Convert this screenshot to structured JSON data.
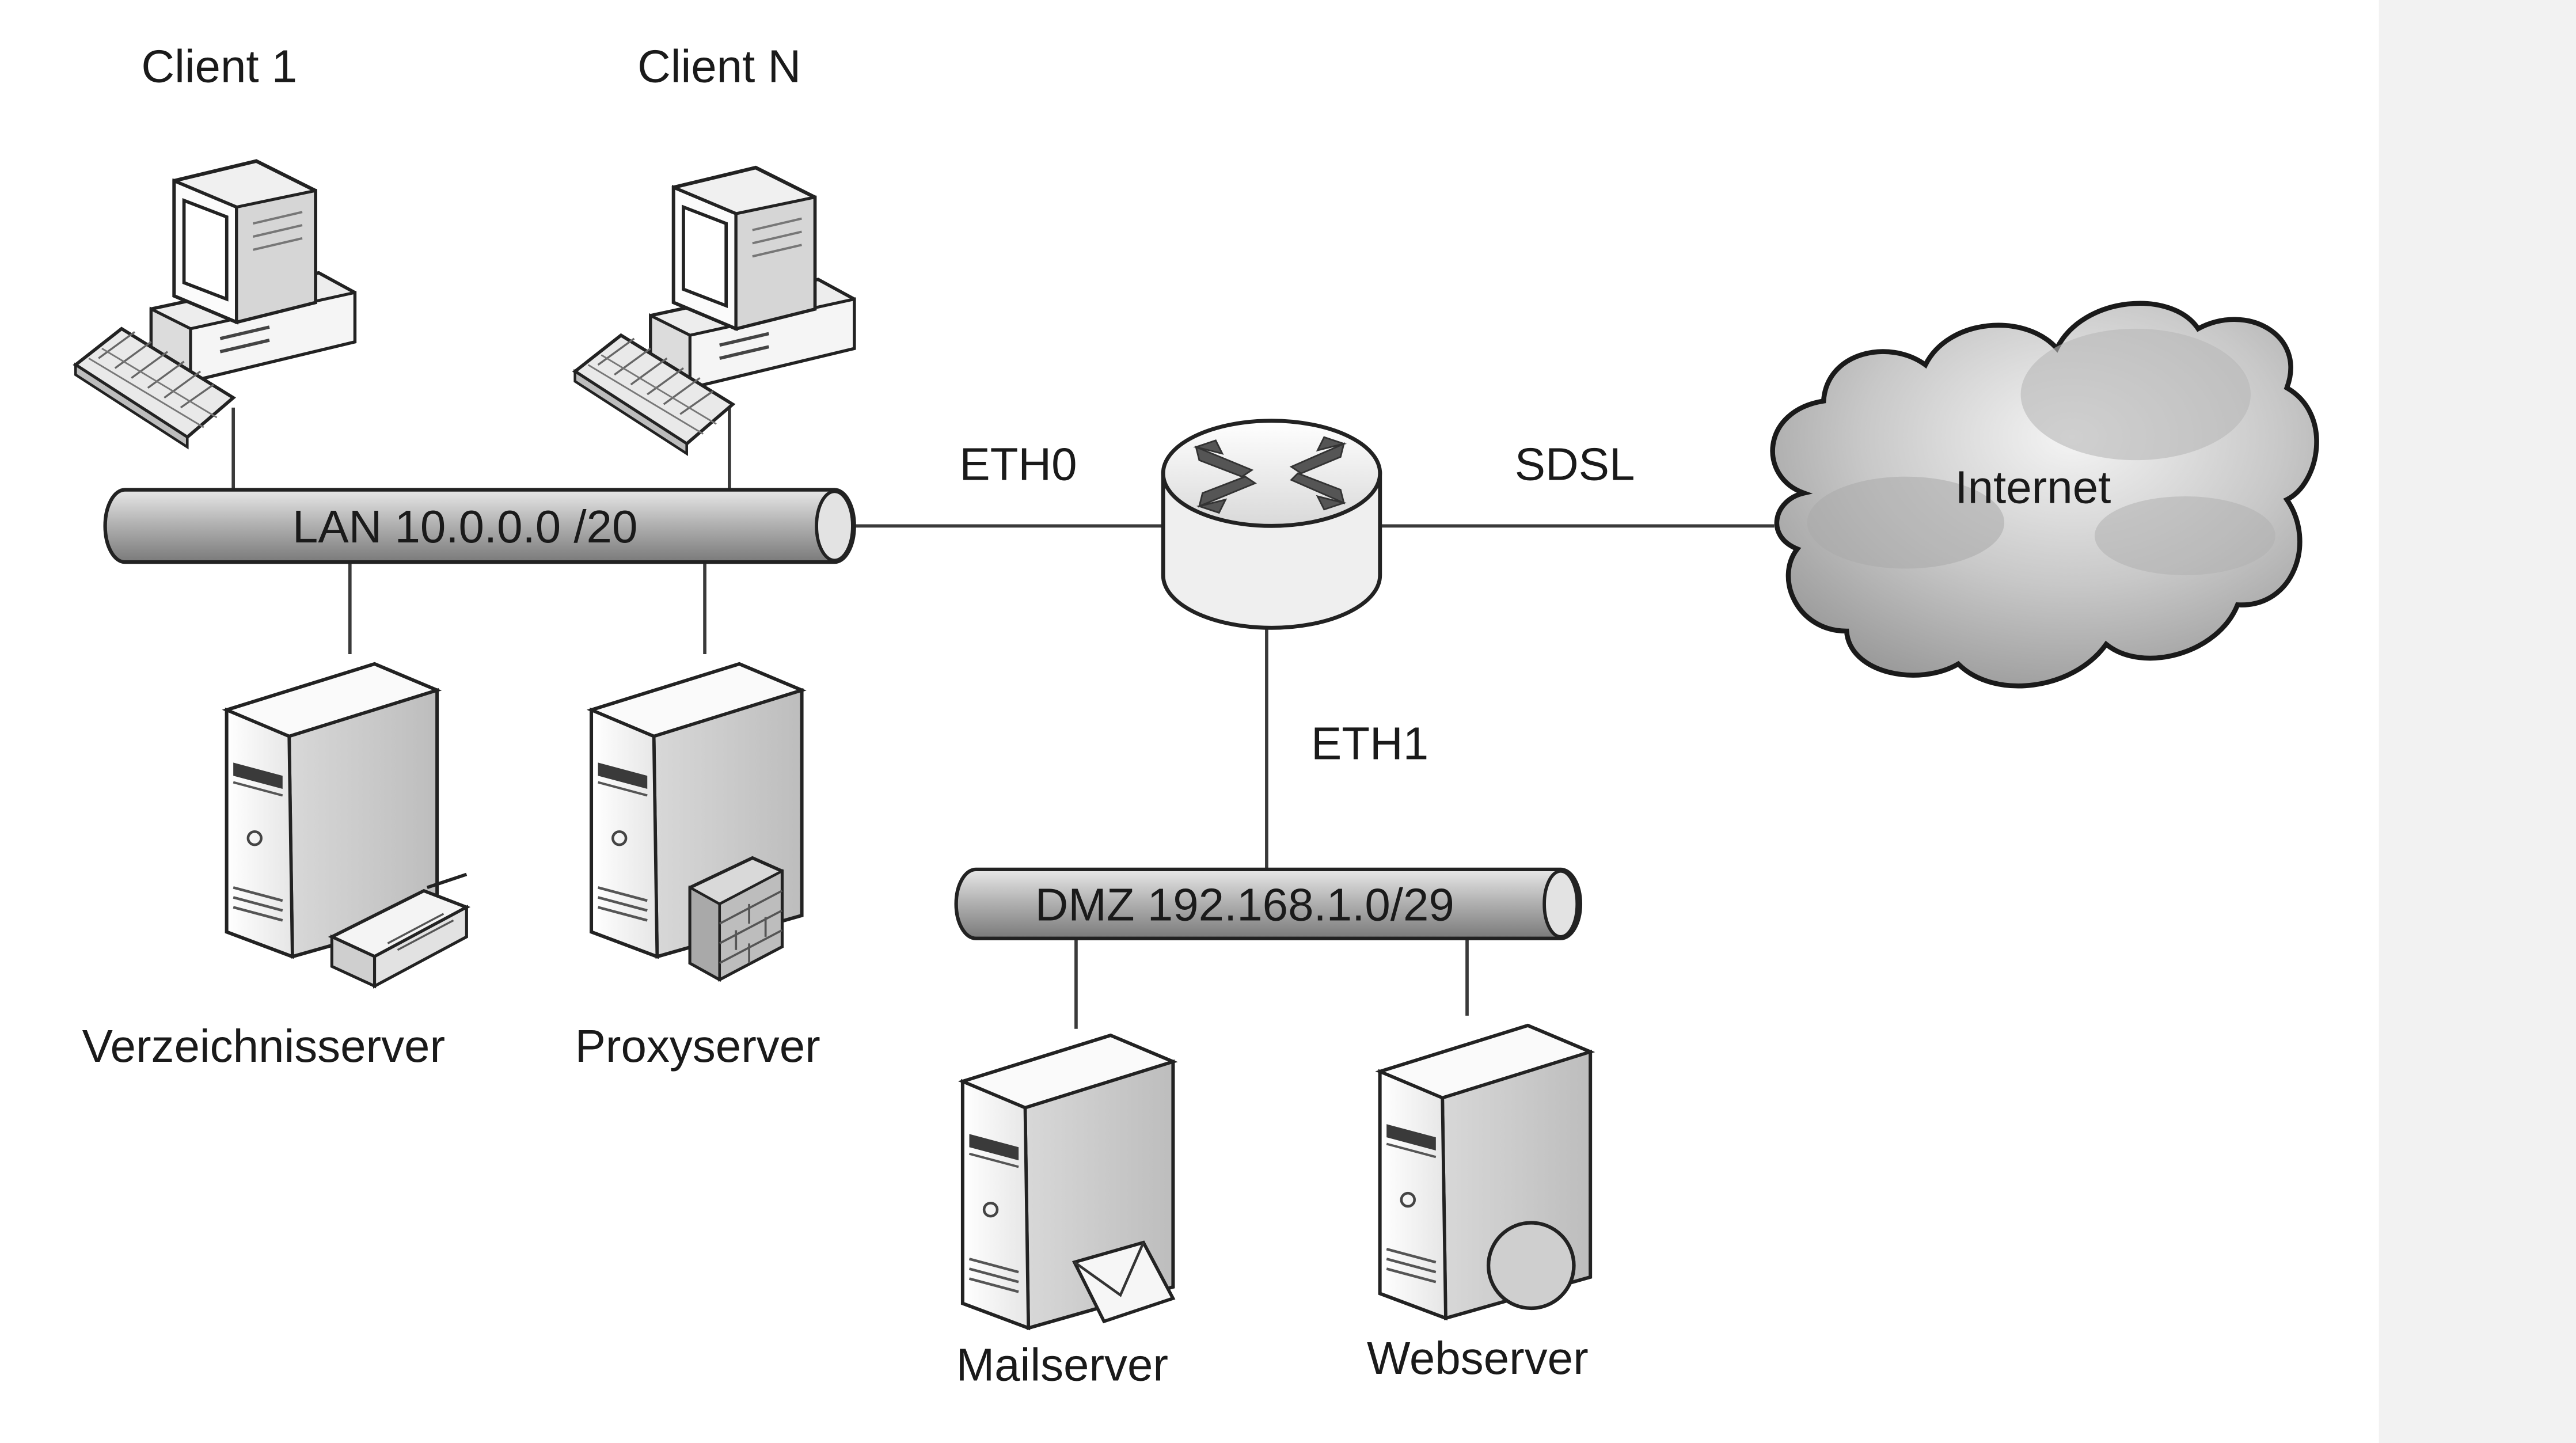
{
  "labels": {
    "client1": "Client 1",
    "clientN": "Client N",
    "lan": "LAN 10.0.0.0 /20",
    "eth0": "ETH0",
    "sdsl": "SDSL",
    "internet": "Internet",
    "eth1": "ETH1",
    "dmz": "DMZ 192.168.1.0/29",
    "verzeichnisserver": "Verzeichnisserver",
    "proxyserver": "Proxyserver",
    "mailserver": "Mailserver",
    "webserver": "Webserver"
  },
  "icons": {
    "client1": "desktop-computer-icon",
    "clientN": "desktop-computer-icon",
    "router": "router-icon",
    "internet": "cloud-icon",
    "verzeichnisserver": "directory-server-icon",
    "proxyserver": "proxy-server-firewall-icon",
    "mailserver": "mail-server-icon",
    "webserver": "web-server-icon"
  },
  "colors": {
    "background": "#ffffff",
    "side_strip": "#f2f2f2",
    "line": "#3a3a3a",
    "pipe": "#a8a8a8",
    "server_face": "#f7f7f7",
    "cloud": "#c9c9c9"
  }
}
